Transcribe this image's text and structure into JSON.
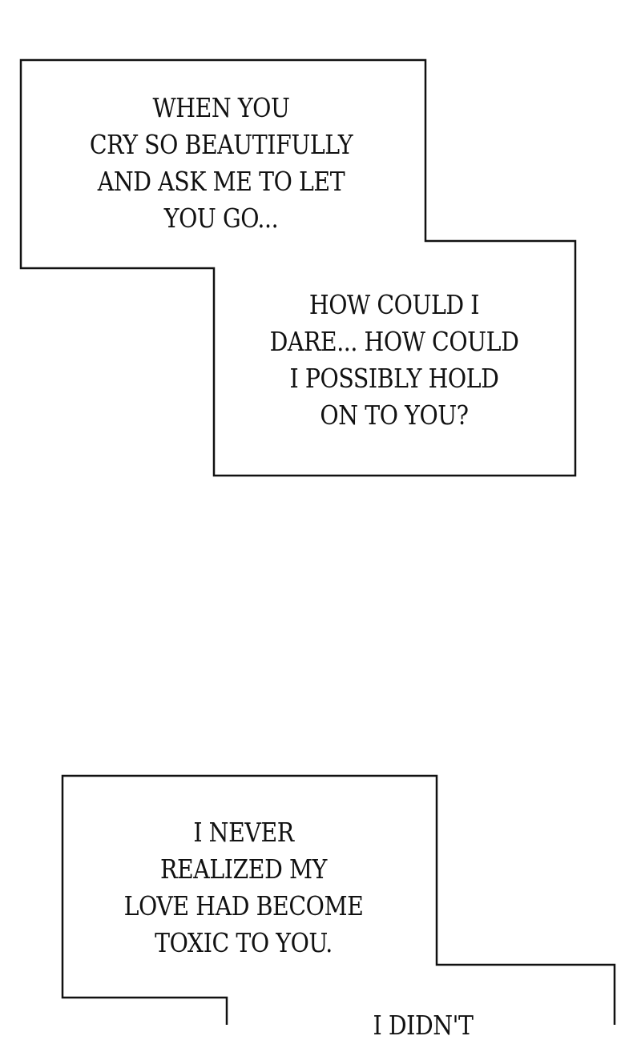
{
  "captions": [
    {
      "lines": [
        "WHEN YOU",
        "CRY SO BEAUTIFULLY",
        "AND ASK ME TO LET",
        "YOU GO..."
      ]
    },
    {
      "lines": [
        "HOW COULD I",
        "DARE... HOW COULD",
        "I POSSIBLY HOLD",
        "ON TO YOU?"
      ]
    },
    {
      "lines": [
        "I NEVER",
        "REALIZED MY",
        "LOVE HAD BECOME",
        "TOXIC TO YOU."
      ]
    },
    {
      "lines": [
        "I DIDN'T"
      ]
    }
  ],
  "colors": {
    "background": "#ffffff",
    "ink": "#111111"
  }
}
